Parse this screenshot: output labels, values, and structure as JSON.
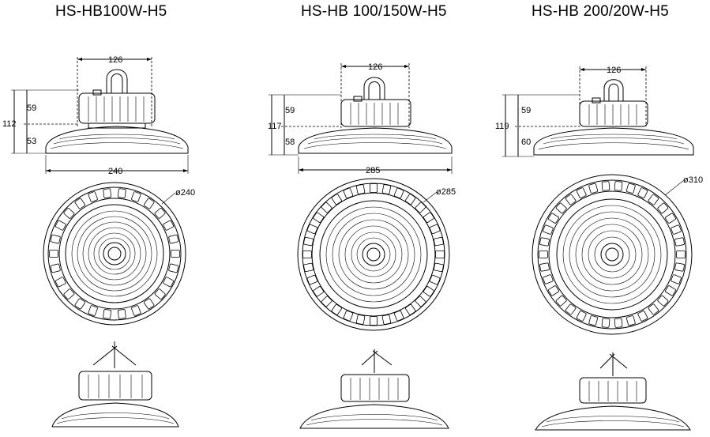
{
  "models": [
    {
      "title": "HS-HB100W-H5",
      "top_width": "126",
      "total_height": "112",
      "upper_height": "59",
      "lower_height": "53",
      "base_width": "240",
      "diameter": "ø240"
    },
    {
      "title": "HS-HB 100/150W-H5",
      "top_width": "126",
      "total_height": "117",
      "upper_height": "59",
      "lower_height": "58",
      "base_width": "285",
      "diameter": "ø285"
    },
    {
      "title": "HS-HB 200/20W-H5",
      "top_width": "126",
      "total_height": "119",
      "upper_height": "59",
      "lower_height": "60",
      "diameter": "ø310"
    }
  ]
}
